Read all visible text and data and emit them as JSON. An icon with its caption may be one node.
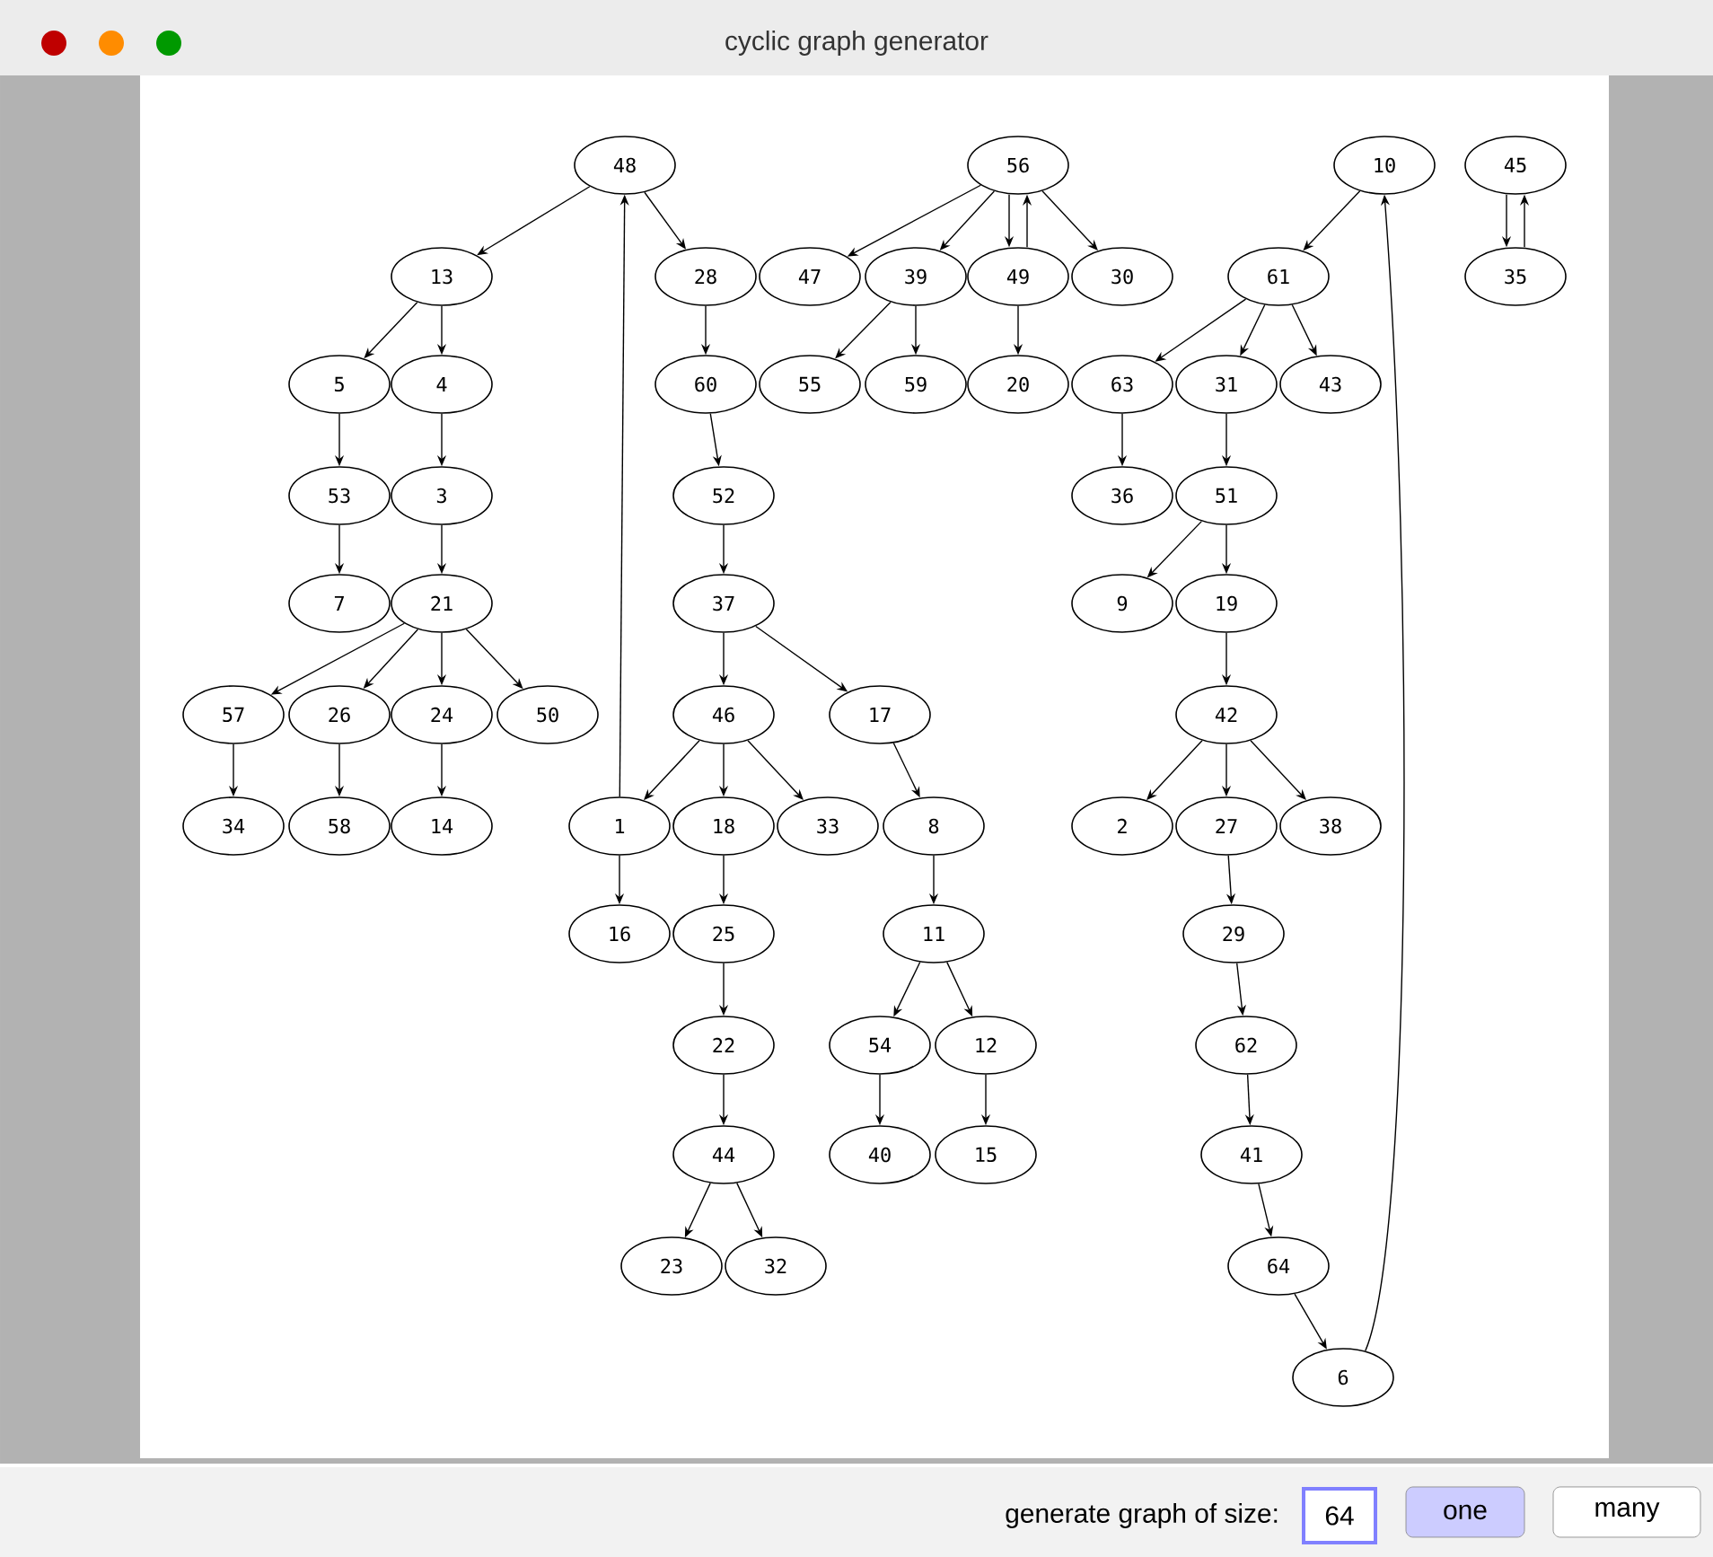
{
  "diagram": {
    "title": "cyclic graph generator",
    "nodes": [
      {
        "text": [
          "48"
        ]
      },
      {
        "text": [
          "56"
        ]
      },
      {
        "text": [
          "10"
        ]
      },
      {
        "text": [
          "45"
        ]
      },
      {
        "text": [
          "13"
        ]
      },
      {
        "text": [
          "28"
        ]
      },
      {
        "text": [
          "47"
        ]
      },
      {
        "text": [
          "39"
        ]
      },
      {
        "text": [
          "49"
        ]
      },
      {
        "text": [
          "30"
        ]
      },
      {
        "text": [
          "61"
        ]
      },
      {
        "text": [
          "35"
        ]
      },
      {
        "text": [
          "5"
        ]
      },
      {
        "text": [
          "4"
        ]
      },
      {
        "text": [
          "60"
        ]
      },
      {
        "text": [
          "55"
        ]
      },
      {
        "text": [
          "59"
        ]
      },
      {
        "text": [
          "20"
        ]
      },
      {
        "text": [
          "63"
        ]
      },
      {
        "text": [
          "31"
        ]
      },
      {
        "text": [
          "43"
        ]
      },
      {
        "text": [
          "53"
        ]
      },
      {
        "text": [
          "3"
        ]
      },
      {
        "text": [
          "52"
        ]
      },
      {
        "text": [
          "36"
        ]
      },
      {
        "text": [
          "51"
        ]
      },
      {
        "text": [
          "7"
        ]
      },
      {
        "text": [
          "21"
        ]
      },
      {
        "text": [
          "37"
        ]
      },
      {
        "text": [
          "9"
        ]
      },
      {
        "text": [
          "19"
        ]
      },
      {
        "text": [
          "57"
        ]
      },
      {
        "text": [
          "26"
        ]
      },
      {
        "text": [
          "24"
        ]
      },
      {
        "text": [
          "50"
        ]
      },
      {
        "text": [
          "46"
        ]
      },
      {
        "text": [
          "17"
        ]
      },
      {
        "text": [
          "42"
        ]
      },
      {
        "text": [
          "34"
        ]
      },
      {
        "text": [
          "58"
        ]
      },
      {
        "text": [
          "14"
        ]
      },
      {
        "text": [
          "1"
        ]
      },
      {
        "text": [
          "18"
        ]
      },
      {
        "text": [
          "33"
        ]
      },
      {
        "text": [
          "8"
        ]
      },
      {
        "text": [
          "2"
        ]
      },
      {
        "text": [
          "27"
        ]
      },
      {
        "text": [
          "38"
        ]
      },
      {
        "text": [
          "16"
        ]
      },
      {
        "text": [
          "25"
        ]
      },
      {
        "text": [
          "11"
        ]
      },
      {
        "text": [
          "29"
        ]
      },
      {
        "text": [
          "22"
        ]
      },
      {
        "text": [
          "54"
        ]
      },
      {
        "text": [
          "12"
        ]
      },
      {
        "text": [
          "62"
        ]
      },
      {
        "text": [
          "44"
        ]
      },
      {
        "text": [
          "40"
        ]
      },
      {
        "text": [
          "15"
        ]
      },
      {
        "text": [
          "41"
        ]
      },
      {
        "text": [
          "23"
        ]
      },
      {
        "text": [
          "32"
        ]
      },
      {
        "text": [
          "64"
        ]
      },
      {
        "text": [
          "6"
        ]
      }
    ],
    "edges": [
      {
        "from": 0,
        "to": 4,
        "arrow": "to"
      },
      {
        "from": 0,
        "to": 5,
        "arrow": "to"
      },
      {
        "from": 41,
        "to": 0,
        "arrow": "to"
      },
      {
        "from": 4,
        "to": 12,
        "arrow": "to"
      },
      {
        "from": 4,
        "to": 13,
        "arrow": "to"
      },
      {
        "from": 12,
        "to": 21,
        "arrow": "to"
      },
      {
        "from": 21,
        "to": 26,
        "arrow": "to"
      },
      {
        "from": 13,
        "to": 22,
        "arrow": "to"
      },
      {
        "from": 22,
        "to": 27,
        "arrow": "to"
      },
      {
        "from": 27,
        "to": 31,
        "arrow": "to"
      },
      {
        "from": 27,
        "to": 32,
        "arrow": "to"
      },
      {
        "from": 27,
        "to": 33,
        "arrow": "to"
      },
      {
        "from": 27,
        "to": 34,
        "arrow": "to"
      },
      {
        "from": 31,
        "to": 38,
        "arrow": "to"
      },
      {
        "from": 32,
        "to": 39,
        "arrow": "to"
      },
      {
        "from": 33,
        "to": 40,
        "arrow": "to"
      },
      {
        "from": 5,
        "to": 14,
        "arrow": "to"
      },
      {
        "from": 14,
        "to": 23,
        "arrow": "to"
      },
      {
        "from": 23,
        "to": 28,
        "arrow": "to"
      },
      {
        "from": 28,
        "to": 35,
        "arrow": "to"
      },
      {
        "from": 28,
        "to": 36,
        "arrow": "to"
      },
      {
        "from": 35,
        "to": 41,
        "arrow": "to"
      },
      {
        "from": 35,
        "to": 42,
        "arrow": "to"
      },
      {
        "from": 35,
        "to": 43,
        "arrow": "to"
      },
      {
        "from": 41,
        "to": 48,
        "arrow": "to"
      },
      {
        "from": 42,
        "to": 49,
        "arrow": "to"
      },
      {
        "from": 49,
        "to": 52,
        "arrow": "to"
      },
      {
        "from": 52,
        "to": 56,
        "arrow": "to"
      },
      {
        "from": 56,
        "to": 60,
        "arrow": "to"
      },
      {
        "from": 56,
        "to": 61,
        "arrow": "to"
      },
      {
        "from": 36,
        "to": 44,
        "arrow": "to"
      },
      {
        "from": 44,
        "to": 50,
        "arrow": "to"
      },
      {
        "from": 50,
        "to": 53,
        "arrow": "to"
      },
      {
        "from": 50,
        "to": 54,
        "arrow": "to"
      },
      {
        "from": 53,
        "to": 57,
        "arrow": "to"
      },
      {
        "from": 54,
        "to": 58,
        "arrow": "to"
      },
      {
        "from": 1,
        "to": 6,
        "arrow": "to"
      },
      {
        "from": 1,
        "to": 7,
        "arrow": "to"
      },
      {
        "from": 1,
        "to": 8,
        "arrow": "to"
      },
      {
        "from": 8,
        "to": 1,
        "arrow": "to"
      },
      {
        "from": 1,
        "to": 9,
        "arrow": "to"
      },
      {
        "from": 7,
        "to": 15,
        "arrow": "to"
      },
      {
        "from": 7,
        "to": 16,
        "arrow": "to"
      },
      {
        "from": 8,
        "to": 17,
        "arrow": "to"
      },
      {
        "from": 2,
        "to": 10,
        "arrow": "to"
      },
      {
        "from": 10,
        "to": 18,
        "arrow": "to"
      },
      {
        "from": 10,
        "to": 19,
        "arrow": "to"
      },
      {
        "from": 10,
        "to": 20,
        "arrow": "to"
      },
      {
        "from": 18,
        "to": 24,
        "arrow": "to"
      },
      {
        "from": 19,
        "to": 25,
        "arrow": "to"
      },
      {
        "from": 25,
        "to": 29,
        "arrow": "to"
      },
      {
        "from": 25,
        "to": 30,
        "arrow": "to"
      },
      {
        "from": 30,
        "to": 37,
        "arrow": "to"
      },
      {
        "from": 37,
        "to": 45,
        "arrow": "to"
      },
      {
        "from": 37,
        "to": 46,
        "arrow": "to"
      },
      {
        "from": 37,
        "to": 47,
        "arrow": "to"
      },
      {
        "from": 46,
        "to": 51,
        "arrow": "to"
      },
      {
        "from": 51,
        "to": 55,
        "arrow": "to"
      },
      {
        "from": 55,
        "to": 59,
        "arrow": "to"
      },
      {
        "from": 59,
        "to": 62,
        "arrow": "to"
      },
      {
        "from": 62,
        "to": 63,
        "arrow": "to"
      },
      {
        "from": 63,
        "to": 2,
        "arrow": "to"
      },
      {
        "from": 3,
        "to": 11,
        "arrow": "to"
      },
      {
        "from": 11,
        "to": 3,
        "arrow": "to"
      }
    ],
    "labels": [
      "generate graph of size:",
      "64",
      "one",
      "many"
    ]
  }
}
